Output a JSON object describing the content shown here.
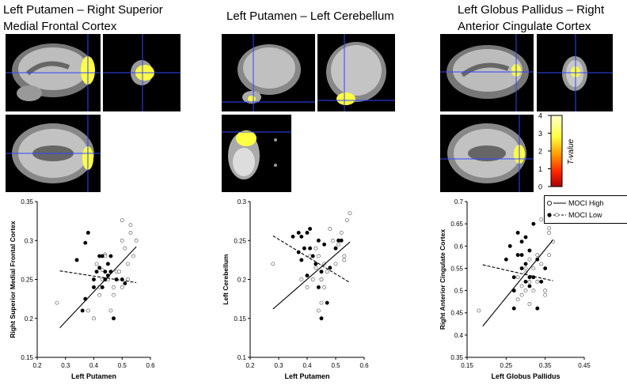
{
  "panels": [
    {
      "title_line1": "Left Putamen – Right Superior",
      "title_line2": "Medial Frontal Cortex"
    },
    {
      "title_line1": "Left Putamen – Left Cerebellum",
      "title_line2": ""
    },
    {
      "title_line1": "Left Globus Pallidus – Right",
      "title_line2": "Anterior Cingulate Cortex"
    }
  ],
  "colorbar": {
    "label": "T-value",
    "ticks": [
      "4",
      "3",
      "2",
      "1",
      "0"
    ],
    "colors": [
      "#ffffd0",
      "#ffff40",
      "#ff9900",
      "#ff2200",
      "#aa0000"
    ]
  },
  "legend": {
    "items": [
      {
        "label": "MOCI High",
        "marker": "open-circle",
        "line": "solid"
      },
      {
        "label": "MOCI Low",
        "marker": "filled-circle",
        "line": "dashed"
      }
    ]
  },
  "chart_data": [
    {
      "type": "scatter",
      "title": "",
      "xlabel": "Left Putamen",
      "ylabel": "Right Superior Medial Frontal Cortex",
      "xlim": [
        0.2,
        0.6
      ],
      "ylim": [
        0.15,
        0.35
      ],
      "xticks": [
        "0.2",
        "0.3",
        "0.4",
        "0.5",
        "0.6"
      ],
      "yticks": [
        "0.15",
        "0.2",
        "0.25",
        "0.3",
        "0.35"
      ],
      "series": [
        {
          "name": "MOCI High",
          "marker": "open",
          "points": [
            [
              0.27,
              0.22
            ],
            [
              0.38,
              0.21
            ],
            [
              0.4,
              0.2
            ],
            [
              0.42,
              0.23
            ],
            [
              0.42,
              0.24
            ],
            [
              0.43,
              0.262
            ],
            [
              0.44,
              0.282
            ],
            [
              0.44,
              0.28
            ],
            [
              0.45,
              0.25
            ],
            [
              0.45,
              0.27
            ],
            [
              0.46,
              0.21
            ],
            [
              0.47,
              0.24
            ],
            [
              0.47,
              0.23
            ],
            [
              0.48,
              0.26
            ],
            [
              0.49,
              0.26
            ],
            [
              0.5,
              0.24
            ],
            [
              0.5,
              0.3
            ],
            [
              0.5,
              0.326
            ],
            [
              0.51,
              0.29
            ],
            [
              0.52,
              0.25
            ],
            [
              0.52,
              0.27
            ],
            [
              0.53,
              0.31
            ],
            [
              0.54,
              0.28
            ],
            [
              0.55,
              0.3
            ],
            [
              0.53,
              0.32
            ],
            [
              0.41,
              0.27
            ],
            [
              0.43,
              0.25
            ]
          ],
          "fit": [
            [
              0.28,
              0.188
            ],
            [
              0.55,
              0.292
            ]
          ]
        },
        {
          "name": "MOCI Low",
          "marker": "filled",
          "points": [
            [
              0.34,
              0.275
            ],
            [
              0.36,
              0.21
            ],
            [
              0.37,
              0.225
            ],
            [
              0.37,
              0.297
            ],
            [
              0.38,
              0.31
            ],
            [
              0.4,
              0.25
            ],
            [
              0.41,
              0.26
            ],
            [
              0.42,
              0.265
            ],
            [
              0.43,
              0.24
            ],
            [
              0.43,
              0.28
            ],
            [
              0.44,
              0.25
            ],
            [
              0.44,
              0.26
            ],
            [
              0.45,
              0.255
            ],
            [
              0.45,
              0.27
            ],
            [
              0.46,
              0.28
            ],
            [
              0.47,
              0.2
            ],
            [
              0.48,
              0.25
            ],
            [
              0.5,
              0.25
            ],
            [
              0.51,
              0.245
            ],
            [
              0.4,
              0.24
            ],
            [
              0.46,
              0.26
            ],
            [
              0.42,
              0.28
            ]
          ],
          "fit": [
            [
              0.28,
              0.261
            ],
            [
              0.55,
              0.246
            ]
          ]
        }
      ]
    },
    {
      "type": "scatter",
      "title": "",
      "xlabel": "Left Putamen",
      "ylabel": "Left Cerebellum",
      "xlim": [
        0.2,
        0.6
      ],
      "ylim": [
        0.1,
        0.3
      ],
      "xticks": [
        "0.2",
        "0.3",
        "0.4",
        "0.5",
        "0.6"
      ],
      "yticks": [
        "0.1",
        "0.15",
        "0.2",
        "0.25",
        "0.3"
      ],
      "series": [
        {
          "name": "MOCI High",
          "marker": "open",
          "points": [
            [
              0.28,
              0.22
            ],
            [
              0.38,
              0.2
            ],
            [
              0.4,
              0.19
            ],
            [
              0.41,
              0.23
            ],
            [
              0.42,
              0.2
            ],
            [
              0.43,
              0.215
            ],
            [
              0.44,
              0.16
            ],
            [
              0.44,
              0.23
            ],
            [
              0.45,
              0.17
            ],
            [
              0.45,
              0.2
            ],
            [
              0.46,
              0.19
            ],
            [
              0.46,
              0.22
            ],
            [
              0.47,
              0.21
            ],
            [
              0.48,
              0.265
            ],
            [
              0.49,
              0.25
            ],
            [
              0.5,
              0.22
            ],
            [
              0.5,
              0.24
            ],
            [
              0.51,
              0.245
            ],
            [
              0.52,
              0.26
            ],
            [
              0.53,
              0.225
            ],
            [
              0.53,
              0.23
            ],
            [
              0.54,
              0.276
            ],
            [
              0.55,
              0.285
            ],
            [
              0.43,
              0.24
            ],
            [
              0.45,
              0.2
            ]
          ],
          "fit": [
            [
              0.28,
              0.162
            ],
            [
              0.55,
              0.248
            ]
          ]
        },
        {
          "name": "MOCI Low",
          "marker": "filled",
          "points": [
            [
              0.35,
              0.255
            ],
            [
              0.37,
              0.235
            ],
            [
              0.37,
              0.26
            ],
            [
              0.38,
              0.225
            ],
            [
              0.38,
              0.255
            ],
            [
              0.39,
              0.24
            ],
            [
              0.4,
              0.26
            ],
            [
              0.41,
              0.24
            ],
            [
              0.41,
              0.265
            ],
            [
              0.42,
              0.23
            ],
            [
              0.43,
              0.22
            ],
            [
              0.44,
              0.19
            ],
            [
              0.44,
              0.25
            ],
            [
              0.45,
              0.15
            ],
            [
              0.45,
              0.21
            ],
            [
              0.46,
              0.245
            ],
            [
              0.47,
              0.17
            ],
            [
              0.48,
              0.215
            ],
            [
              0.5,
              0.24
            ],
            [
              0.51,
              0.25
            ],
            [
              0.52,
              0.25
            ],
            [
              0.4,
              0.205
            ]
          ],
          "fit": [
            [
              0.28,
              0.256
            ],
            [
              0.55,
              0.196
            ]
          ]
        }
      ]
    },
    {
      "type": "scatter",
      "title": "",
      "xlabel": "Left Globus Pallidus",
      "ylabel": "Right Anterior Cingulate Cortex",
      "xlim": [
        0.15,
        0.45
      ],
      "ylim": [
        0.35,
        0.7
      ],
      "xticks": [
        "0.15",
        "0.25",
        "0.35",
        "0.45"
      ],
      "yticks": [
        "0.35",
        "0.4",
        "0.45",
        "0.5",
        "0.55",
        "0.6",
        "0.65",
        "0.7"
      ],
      "series": [
        {
          "name": "MOCI High",
          "marker": "open",
          "points": [
            [
              0.18,
              0.455
            ],
            [
              0.27,
              0.5
            ],
            [
              0.28,
              0.48
            ],
            [
              0.28,
              0.53
            ],
            [
              0.29,
              0.49
            ],
            [
              0.29,
              0.51
            ],
            [
              0.3,
              0.5
            ],
            [
              0.3,
              0.54
            ],
            [
              0.3,
              0.55
            ],
            [
              0.31,
              0.47
            ],
            [
              0.31,
              0.52
            ],
            [
              0.31,
              0.57
            ],
            [
              0.32,
              0.55
            ],
            [
              0.32,
              0.5
            ],
            [
              0.33,
              0.52
            ],
            [
              0.33,
              0.58
            ],
            [
              0.34,
              0.56
            ],
            [
              0.34,
              0.66
            ],
            [
              0.35,
              0.5
            ],
            [
              0.35,
              0.49
            ],
            [
              0.36,
              0.63
            ],
            [
              0.36,
              0.58
            ],
            [
              0.37,
              0.61
            ],
            [
              0.38,
              0.67
            ],
            [
              0.36,
              0.64
            ]
          ],
          "fit": [
            [
              0.19,
              0.42
            ],
            [
              0.37,
              0.614
            ]
          ]
        },
        {
          "name": "MOCI Low",
          "marker": "filled",
          "points": [
            [
              0.25,
              0.57
            ],
            [
              0.26,
              0.6
            ],
            [
              0.27,
              0.5
            ],
            [
              0.27,
              0.46
            ],
            [
              0.28,
              0.58
            ],
            [
              0.28,
              0.63
            ],
            [
              0.29,
              0.55
            ],
            [
              0.29,
              0.61
            ],
            [
              0.29,
              0.58
            ],
            [
              0.3,
              0.52
            ],
            [
              0.3,
              0.56
            ],
            [
              0.3,
              0.62
            ],
            [
              0.31,
              0.51
            ],
            [
              0.31,
              0.53
            ],
            [
              0.31,
              0.59
            ],
            [
              0.32,
              0.65
            ],
            [
              0.32,
              0.53
            ],
            [
              0.33,
              0.46
            ],
            [
              0.33,
              0.57
            ],
            [
              0.34,
              0.52
            ],
            [
              0.35,
              0.55
            ],
            [
              0.27,
              0.53
            ]
          ],
          "fit": [
            [
              0.19,
              0.558
            ],
            [
              0.37,
              0.522
            ]
          ]
        }
      ]
    }
  ]
}
